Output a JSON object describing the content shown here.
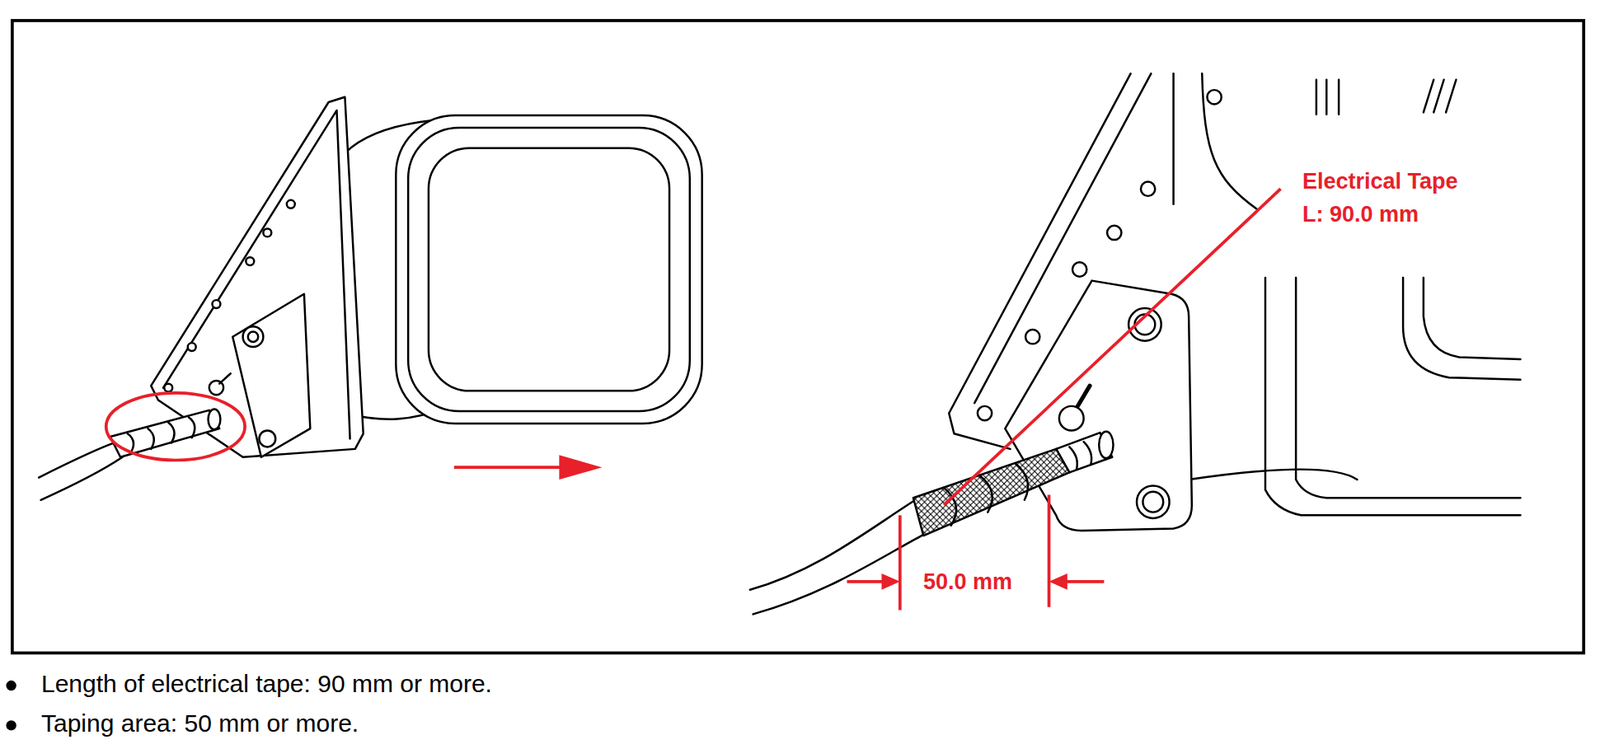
{
  "diagram": {
    "labels": [
      "Electrical Tape L: 90.0 mm",
      "50.0 mm",
      "Length of electrical tape: 90 mm or more.",
      "Taping area: 50 mm or more."
    ]
  }
}
